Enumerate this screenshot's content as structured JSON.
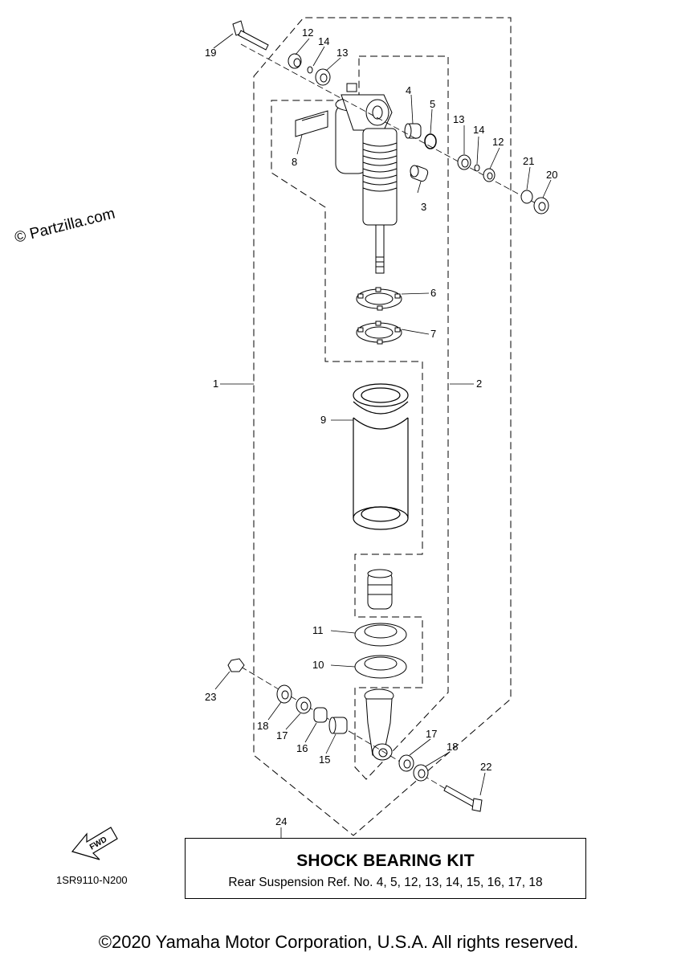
{
  "watermark": "© Partzilla.com",
  "diagram_code": "1SR9110-N200",
  "fwd_label": "FWD",
  "callouts": [
    "1",
    "2",
    "3",
    "4",
    "5",
    "6",
    "7",
    "8",
    "9",
    "10",
    "11",
    "12",
    "12",
    "13",
    "13",
    "14",
    "14",
    "15",
    "16",
    "17",
    "17",
    "18",
    "18",
    "19",
    "20",
    "21",
    "22",
    "23",
    "24"
  ],
  "kit": {
    "title": "SHOCK BEARING KIT",
    "subtitle": "Rear Suspension Ref. No. 4, 5, 12, 13, 14, 15, 16, 17, 18"
  },
  "copyright": "©2020 Yamaha Motor Corporation, U.S.A. All rights reserved."
}
